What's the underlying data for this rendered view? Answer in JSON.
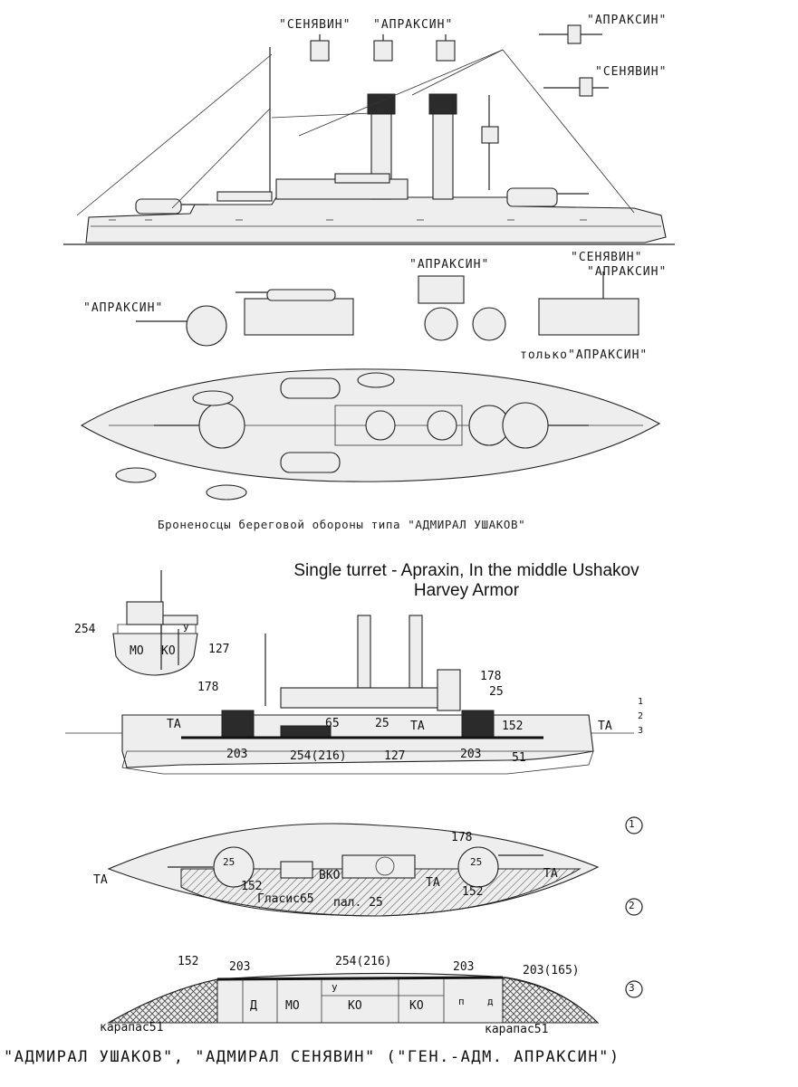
{
  "labels_top": {
    "senyavin_1": "\"СЕНЯВИН\"",
    "apraksin_1": "\"АПРАКСИН\"",
    "apraksin_right_1": "\"АПРАКСИН\"",
    "senyavin_right_1": "\"СЕНЯВИН\"",
    "apraksin_left_2": "\"АПРАКСИН\"",
    "apraksin_center_2": "\"АПРАКСИН\"",
    "senyavin_right_2": "\"СЕНЯВИН\"",
    "apraksin_right_2": "\"АПРАКСИН\"",
    "only_apraksin": "только\"АПРАКСИН\""
  },
  "caption": "Броненосцы береговой обороны типа \"АДМИРАЛ УШАКОВ\"",
  "english_note": {
    "line1": "Single turret - Apraxin, In the middle Ushakov",
    "line2": "Harvey Armor"
  },
  "section_view": {
    "thickness_left": "254",
    "thickness_right": "127",
    "compartment_left": "МО",
    "compartment_right": "КО",
    "side_mark": "У"
  },
  "armor_profile": {
    "labels": [
      "178",
      "25",
      "178",
      "65",
      "25",
      "ТА",
      "152",
      "ТА",
      "ТА",
      "203",
      "254(216)",
      "127",
      "203",
      "51"
    ],
    "deck_levels": [
      "1",
      "2",
      "3"
    ]
  },
  "deck_plan": {
    "circle_1": "1",
    "circle_2": "2",
    "labels": {
      "t178": "178",
      "t25_left": "25",
      "t25_right": "25",
      "ta_left": "ТА",
      "ta_mid": "ТА",
      "ta_right": "ТА",
      "t152_left": "152",
      "t152_right": "152",
      "vko": "ВКО",
      "glacis": "Гласис65",
      "pal": "пал. 25"
    }
  },
  "carapace_plan": {
    "circle_3": "3",
    "labels": {
      "t152": "152",
      "t203_left": "203",
      "t254": "254(216)",
      "t203_mid": "203",
      "t203_165": "203(165)",
      "d": "Д",
      "mo": "МО",
      "ko1": "КО",
      "ko2": "КО",
      "u": "у",
      "p": "п",
      "d2": "д",
      "carapace_left": "карапас51",
      "carapace_right": "карапас51"
    }
  },
  "bottom_title": "\"АДМИРАЛ УШАКОВ\", \"АДМИРАЛ СЕНЯВИН\" (\"ГЕН.-АДМ. АПРАКСИН\")"
}
